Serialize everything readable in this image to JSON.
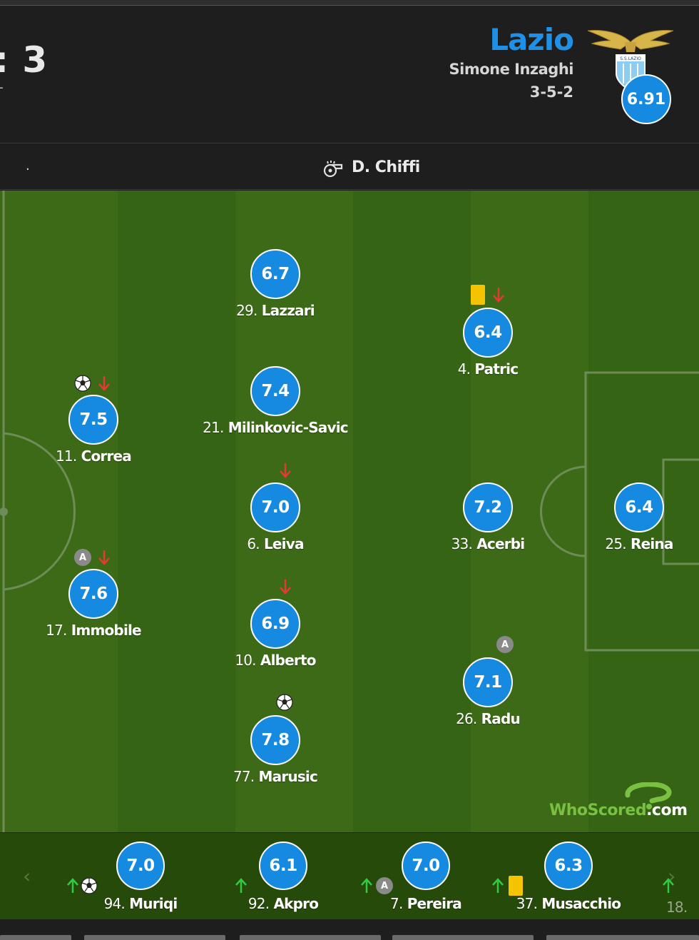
{
  "match": {
    "score_fragment": ": 3",
    "status_fragment": "T"
  },
  "team": {
    "name": "Lazio",
    "coach": "Simone Inzaghi",
    "formation": "3-5-2",
    "rating": "6.91",
    "crest_text": "S.S.LAZIO"
  },
  "officials": {
    "referee": "D. Chiffi",
    "left_dot": "."
  },
  "players": [
    {
      "number": "29.",
      "name": "Lazzari",
      "rating": "6.7",
      "events": []
    },
    {
      "number": "4.",
      "name": "Patric",
      "rating": "6.4",
      "events": [
        "yellow-card",
        "sub-off"
      ]
    },
    {
      "number": "11.",
      "name": "Correa",
      "rating": "7.5",
      "events": [
        "goal",
        "sub-off"
      ]
    },
    {
      "number": "21.",
      "name": "Milinkovic-Savic",
      "rating": "7.4",
      "events": []
    },
    {
      "number": "6.",
      "name": "Leiva",
      "rating": "7.0",
      "events": [
        "sub-off"
      ]
    },
    {
      "number": "33.",
      "name": "Acerbi",
      "rating": "7.2",
      "events": []
    },
    {
      "number": "25.",
      "name": "Reina",
      "rating": "6.4",
      "events": []
    },
    {
      "number": "17.",
      "name": "Immobile",
      "rating": "7.6",
      "events": [
        "assist",
        "sub-off"
      ]
    },
    {
      "number": "10.",
      "name": "Alberto",
      "rating": "6.9",
      "events": [
        "sub-off"
      ]
    },
    {
      "number": "26.",
      "name": "Radu",
      "rating": "7.1",
      "events": [
        "assist"
      ]
    },
    {
      "number": "77.",
      "name": "Marusic",
      "rating": "7.8",
      "events": [
        "goal"
      ]
    }
  ],
  "substitutes": [
    {
      "number": "94.",
      "name": "Muriqi",
      "rating": "7.0",
      "events": [
        "sub-on",
        "goal"
      ]
    },
    {
      "number": "92.",
      "name": "Akpro",
      "rating": "6.1",
      "events": [
        "sub-on"
      ]
    },
    {
      "number": "7.",
      "name": "Pereira",
      "rating": "7.0",
      "events": [
        "sub-on",
        "assist"
      ]
    },
    {
      "number": "37.",
      "name": "Musacchio",
      "rating": "6.3",
      "events": [
        "sub-on",
        "yellow-card"
      ]
    },
    {
      "number": "18.",
      "name": "",
      "rating": "",
      "events": [
        "sub-on"
      ]
    }
  ],
  "icons": {
    "assist_letter": "A",
    "prev_arrow": "‹",
    "next_arrow": "›"
  },
  "watermark": {
    "brand": "WhoScored",
    "suffix": ".com"
  },
  "colors": {
    "accent": "#1e90e8",
    "rating_circle": "#1689e0",
    "pitch_dark": "#356414",
    "pitch_light": "#3c6a17",
    "yellow_card": "#f5c400",
    "sub_off_arrow": "#e53935",
    "sub_on_arrow": "#2ecc40"
  }
}
